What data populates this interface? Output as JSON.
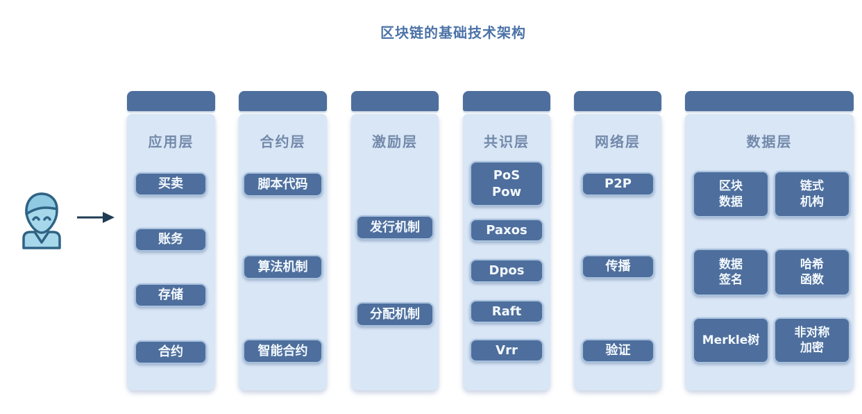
{
  "title": "区块链的基础技术架构",
  "colors": {
    "accent_dark": "#4e6f9d",
    "panel_bg": "#d9e6f6",
    "title_text": "#4c73a8",
    "layer_title_text": "#7289a9",
    "node_text": "#f3f8fd",
    "node_border": "#a9c2de",
    "arrow": "#1f3c55",
    "person_fill": "#a6d7eb",
    "person_hair": "#8fc9e2",
    "person_stroke": "#2f6384"
  },
  "actor": {
    "icon": "person-icon",
    "arrow_icon": "right-arrow-icon"
  },
  "columns": [
    {
      "id": "application",
      "title": "应用层",
      "items": [
        {
          "label": "买卖"
        },
        {
          "label": "账务"
        },
        {
          "label": "存储"
        },
        {
          "label": "合约"
        }
      ]
    },
    {
      "id": "contract",
      "title": "合约层",
      "items": [
        {
          "label": "脚本代码"
        },
        {
          "label": "算法机制"
        },
        {
          "label": "智能合约"
        }
      ]
    },
    {
      "id": "incentive",
      "title": "激励层",
      "items": [
        {
          "label": "发行机制"
        },
        {
          "label": "分配机制"
        }
      ]
    },
    {
      "id": "consensus",
      "title": "共识层",
      "items": [
        {
          "label": "PoS\nPow"
        },
        {
          "label": "Paxos"
        },
        {
          "label": "Dpos"
        },
        {
          "label": "Raft"
        },
        {
          "label": "Vrr"
        }
      ]
    },
    {
      "id": "network",
      "title": "网络层",
      "items": [
        {
          "label": "P2P"
        },
        {
          "label": "传播"
        },
        {
          "label": "验证"
        }
      ]
    },
    {
      "id": "data",
      "title": "数据层",
      "items": [
        {
          "label": "区块\n数据"
        },
        {
          "label": "链式\n机构"
        },
        {
          "label": "数据\n签名"
        },
        {
          "label": "哈希\n函数"
        },
        {
          "label": "Merkle树"
        },
        {
          "label": "非对称\n加密"
        }
      ]
    }
  ]
}
